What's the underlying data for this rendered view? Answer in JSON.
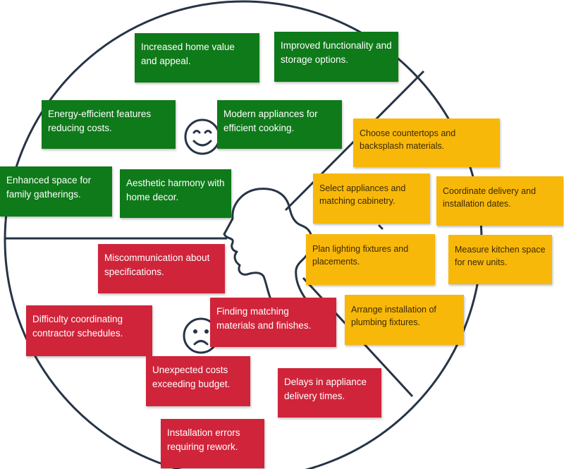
{
  "colors": {
    "positive": "#0f7a1a",
    "negative": "#d0243a",
    "neutral": "#f8b80a",
    "outline": "#263445"
  },
  "icons": {
    "happy": "smiley-face-icon",
    "sad": "sad-face-icon",
    "person": "head-profile-icon"
  },
  "notes": {
    "positive": [
      "Increased home value and appeal.",
      "Improved functionality and storage options.",
      "Energy-efficient features reducing costs.",
      "Modern appliances for efficient cooking.",
      "Enhanced space for family gatherings.",
      "Aesthetic harmony with home decor."
    ],
    "neutral": [
      "Choose countertops and backsplash materials.",
      "Select appliances and matching cabinetry.",
      "Coordinate delivery and installation dates.",
      "Plan lighting fixtures and placements.",
      "Measure kitchen space for new units.",
      "Arrange installation of plumbing fixtures."
    ],
    "negative": [
      "Miscommunication about specifications.",
      "Difficulty coordinating contractor schedules.",
      "Finding matching materials and finishes.",
      "Unexpected costs exceeding budget.",
      "Delays in appliance delivery times.",
      "Installation errors requiring rework."
    ]
  }
}
